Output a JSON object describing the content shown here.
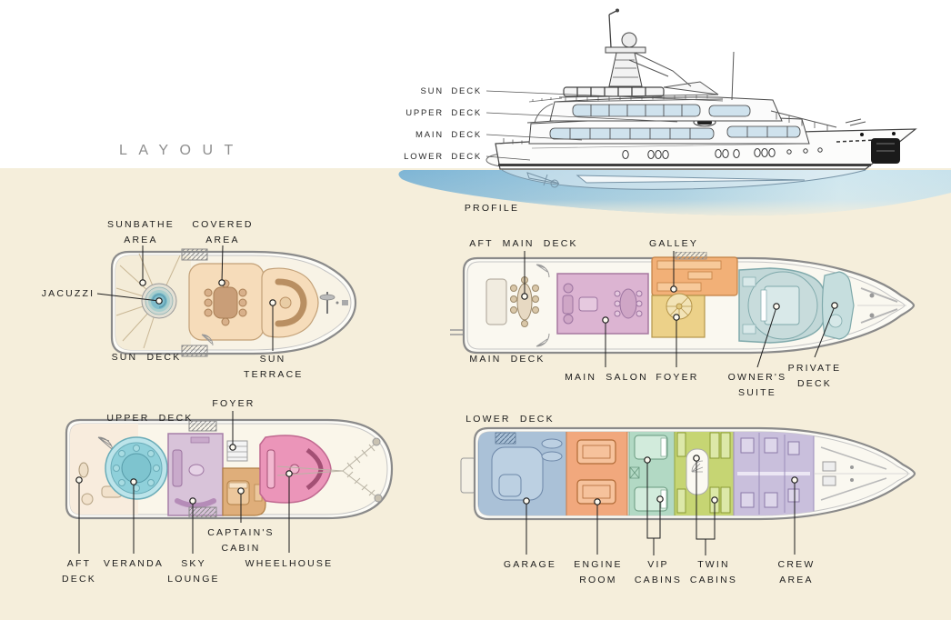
{
  "title": "LAYOUT",
  "colors": {
    "background": "#f5eedb",
    "title_text": "#8e8e8e",
    "label_text": "#1c1c1c",
    "hull_outline": "#8a8a8a",
    "water_deep": "#7eb5d5",
    "water_light": "#d2e9f1",
    "deck_cream": "#f4ecd8",
    "deck_peach": "#f6dcba",
    "jacuzzi": "#7fbccb",
    "main_salon": "#dcb4d2",
    "galley": "#f2b077",
    "foyer": "#ecd189",
    "owners_suite": "#c2d8d8",
    "private_deck": "#c6dede",
    "veranda": "#8fd0da",
    "sky_lounge": "#d8c3d9",
    "captains_cabin": "#dfae7a",
    "wheelhouse": "#eb95b9",
    "garage": "#aac1d7",
    "engine_room": "#f1a87d",
    "vip_cabins": "#b2d9c4",
    "twin_cabins": "#c6d573",
    "crew_area": "#c9bfdc"
  },
  "profile": {
    "caption": "PROFILE",
    "deck_labels": [
      {
        "label": "SUN DECK"
      },
      {
        "label": "UPPER DECK"
      },
      {
        "label": "MAIN DECK"
      },
      {
        "label": "LOWER DECK"
      }
    ]
  },
  "sun_deck": {
    "caption": "SUN DECK",
    "labels": {
      "sunbathe_area": "SUNBATHE AREA",
      "covered_area": "COVERED AREA",
      "jacuzzi": "JACUZZI",
      "sun_terrace": "SUN TERRACE"
    }
  },
  "main_deck": {
    "caption": "MAIN DECK",
    "labels": {
      "aft_main_deck": "AFT MAIN DECK",
      "galley": "GALLEY",
      "main_salon": "MAIN SALON",
      "foyer": "FOYER",
      "owners_suite": "OWNER'S SUITE",
      "private_deck": "PRIVATE DECK"
    }
  },
  "upper_deck": {
    "caption": "UPPER DECK",
    "labels": {
      "foyer": "FOYER",
      "aft_deck": "AFT DECK",
      "veranda": "VERANDA",
      "sky_lounge": "SKY LOUNGE",
      "captains_cabin": "CAPTAIN'S CABIN",
      "wheelhouse": "WHEELHOUSE"
    }
  },
  "lower_deck": {
    "caption": "LOWER DECK",
    "labels": {
      "garage": "GARAGE",
      "engine_room": "ENGINE ROOM",
      "vip_cabins": "VIP CABINS",
      "twin_cabins": "TWIN CABINS",
      "crew_area": "CREW AREA"
    }
  }
}
